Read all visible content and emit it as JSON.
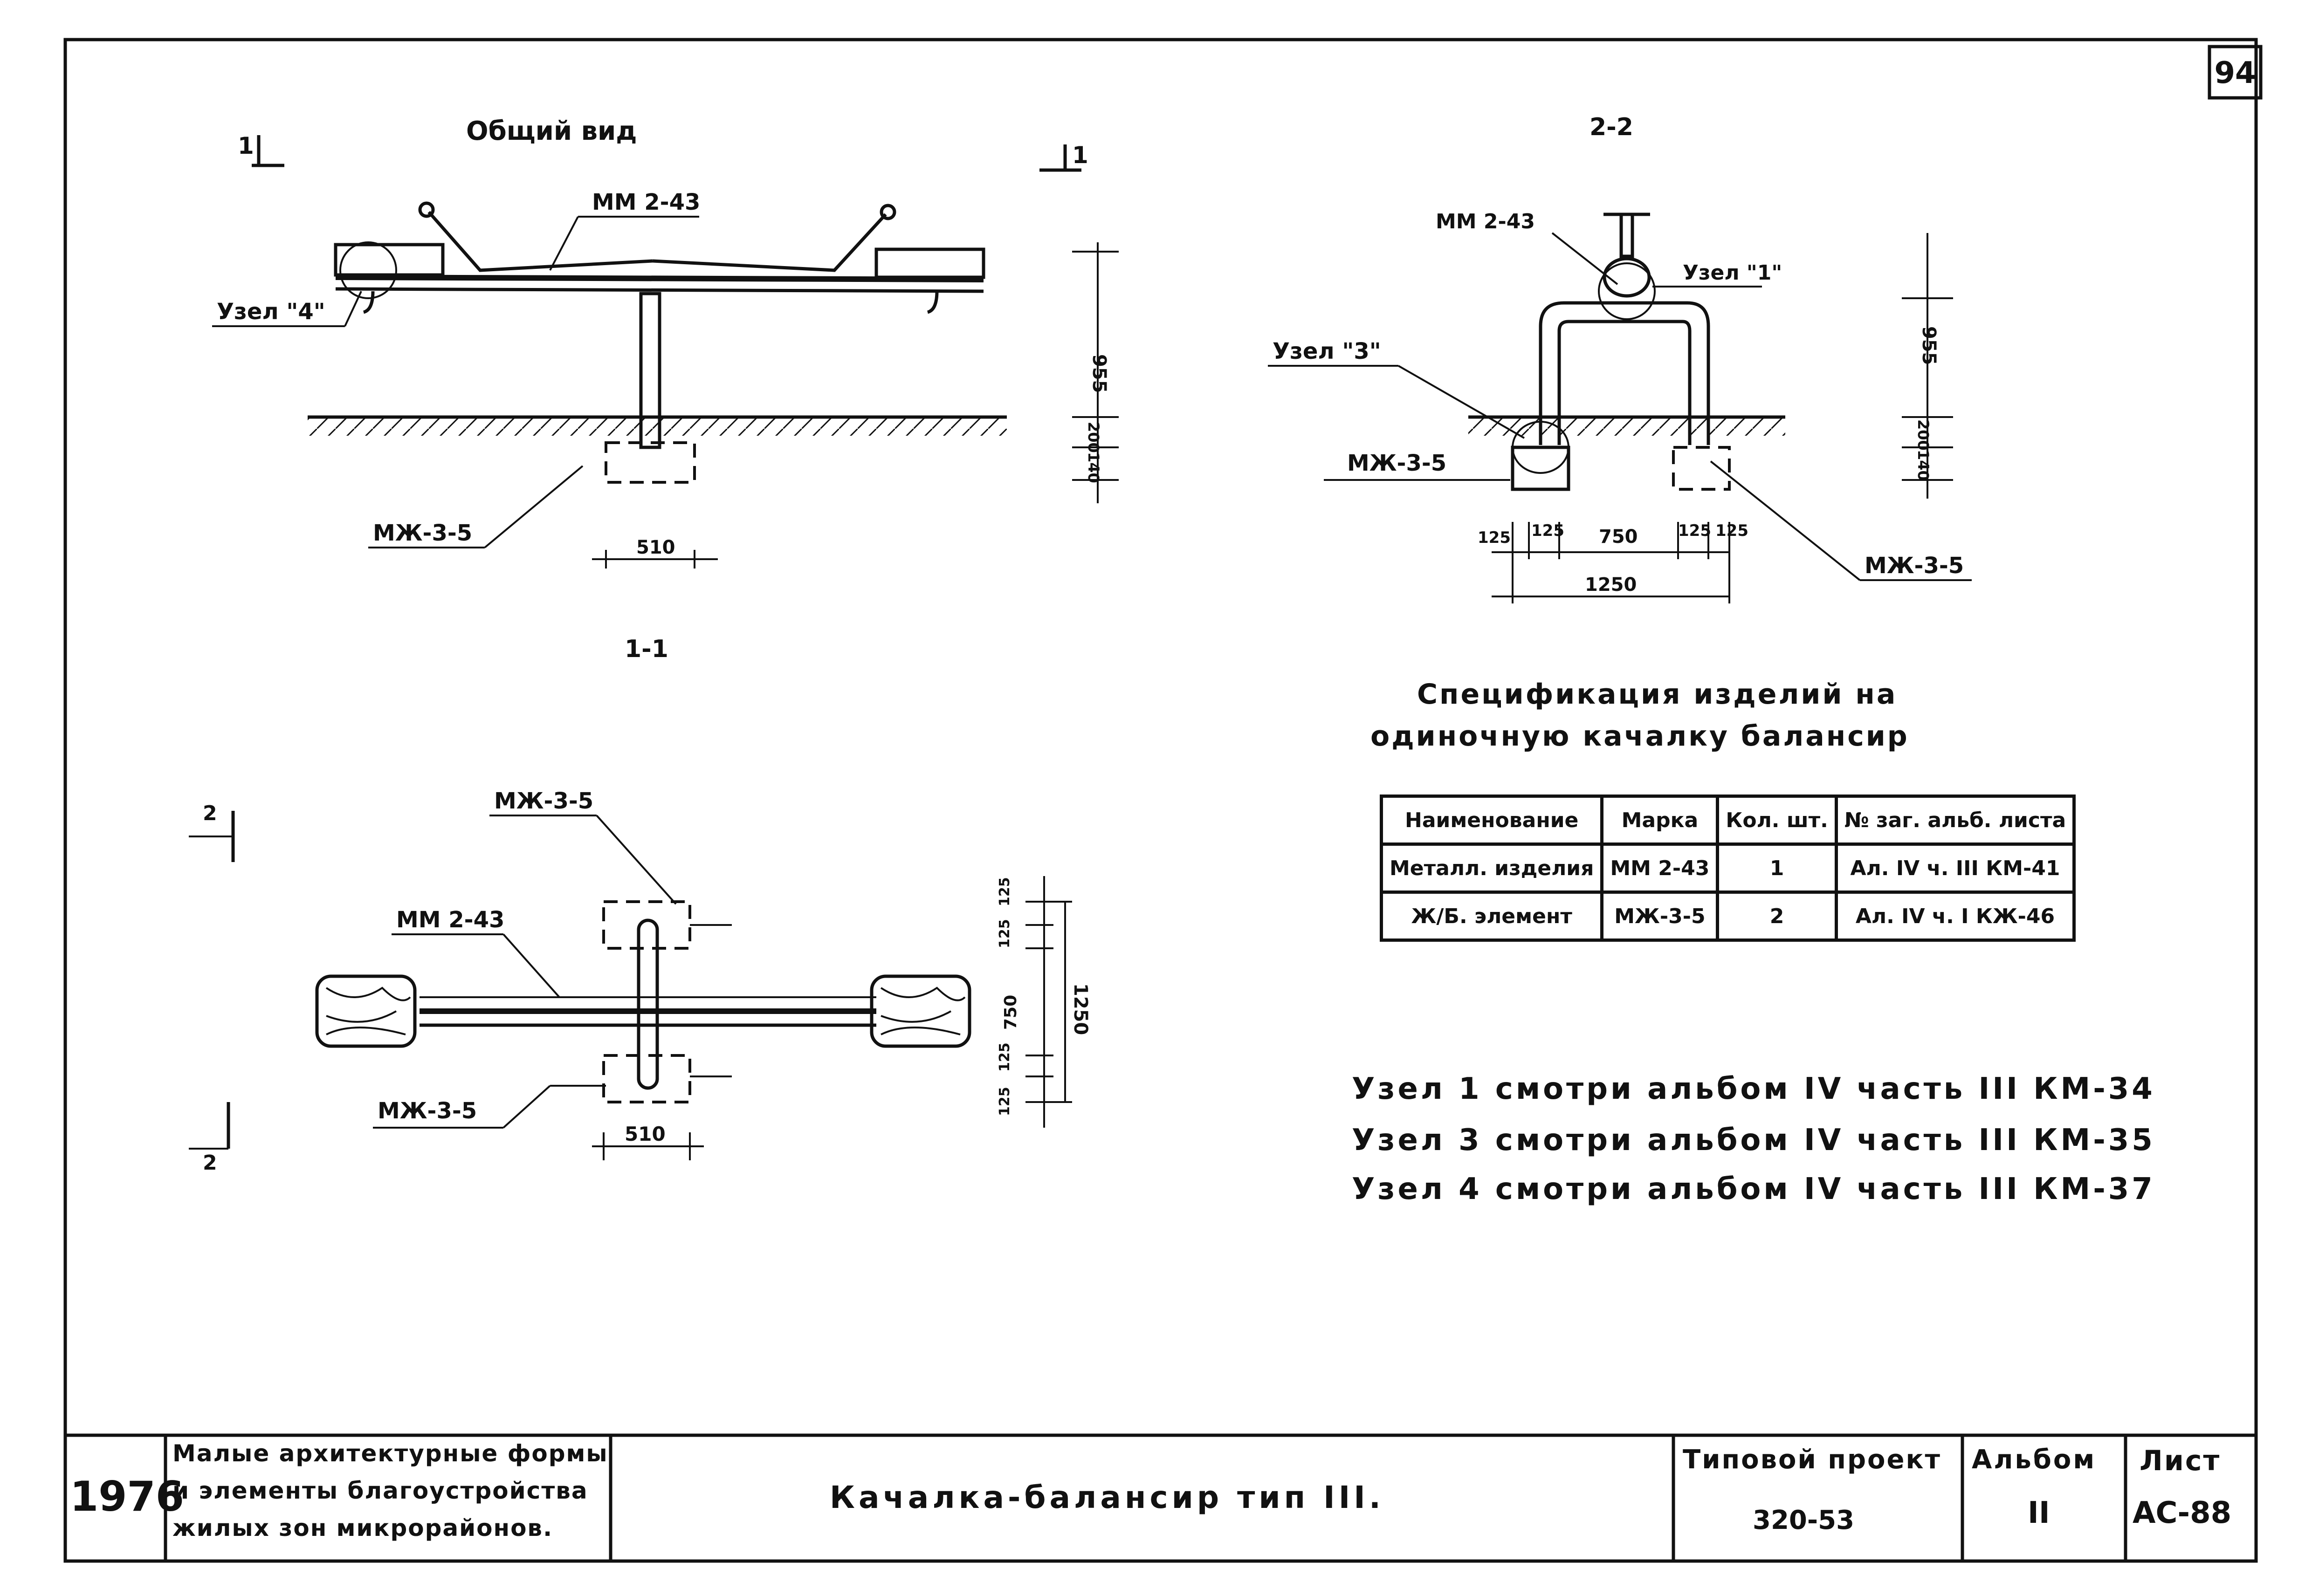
{
  "sheet_number": "94",
  "views": {
    "general": {
      "title": "Общий вид",
      "cut_marks": [
        "1",
        "1"
      ],
      "labels": {
        "beam": "ММ 2-43",
        "node4": "Узел \"4\"",
        "footing": "МЖ-3-5"
      },
      "dims": {
        "height": "955",
        "depth_a": "200",
        "depth_b": "140",
        "width": "510"
      },
      "caption": "1-1"
    },
    "section_2_2": {
      "title": "2-2",
      "labels": {
        "beam": "ММ 2-43",
        "node1": "Узел \"1\"",
        "node3": "Узел \"3\"",
        "footing_left": "МЖ-3-5",
        "footing_right": "МЖ-3-5"
      },
      "dims": {
        "height": "955",
        "depth_a": "200",
        "depth_b": "140",
        "d1": "125",
        "d2": "125",
        "d3": "750",
        "d4": "125",
        "d5": "125",
        "total": "1250"
      }
    },
    "plan": {
      "cut_marks": [
        "2",
        "2"
      ],
      "labels": {
        "footing_top": "МЖ-3-5",
        "beam": "ММ 2-43",
        "footing_bottom": "МЖ-3-5"
      },
      "dims": {
        "a": "125",
        "b": "125",
        "c": "750",
        "d": "125",
        "e": "125",
        "total": "1250",
        "width": "510"
      }
    }
  },
  "specification": {
    "title_line1": "Спецификация изделий на",
    "title_line2": "одиночную качалку балансир",
    "headers": [
      "Наименование",
      "Марка",
      "Кол. шт.",
      "№ заг. альб. листа"
    ],
    "rows": [
      [
        "Металл. изделия",
        "ММ 2-43",
        "1",
        "Ал. IV ч. III КМ-41"
      ],
      [
        "Ж/Б. элемент",
        "МЖ-3-5",
        "2",
        "Ал. IV ч. I КЖ-46"
      ]
    ]
  },
  "notes": [
    "Узел 1 смотри альбом IV часть III КМ-34",
    "Узел 3 смотри альбом IV часть III КМ-35",
    "Узел 4 смотри альбом IV часть III КМ-37"
  ],
  "title_block": {
    "year": "1976",
    "description_line1": "Малые архитектурные формы",
    "description_line2": "и элементы благоустройства",
    "description_line3": "жилых зон микрорайонов.",
    "drawing_title": "Качалка-балансир тип III.",
    "project_label": "Типовой проект",
    "project_number": "320-53",
    "album_label": "Альбом",
    "album_number": "II",
    "sheet_label": "Лист",
    "sheet_code": "АС-88"
  }
}
